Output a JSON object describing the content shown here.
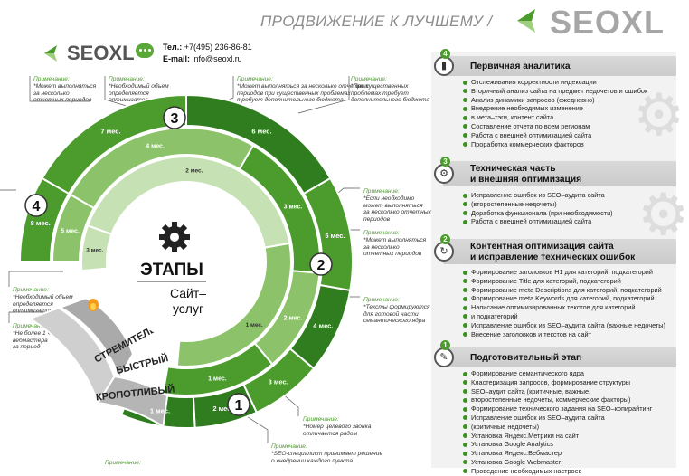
{
  "header": {
    "slogan": "ПРОДВИЖЕНИЕ К ЛУЧШЕМУ /",
    "brand": "SEOXL"
  },
  "contacts": {
    "phone_label": "Тел.:",
    "phone": "+7(495) 236-86-81",
    "email_label": "E-mail:",
    "email": "info@seoxl.ru"
  },
  "notes": [
    {
      "title": "Примечание:",
      "lines": [
        "*Может выполняться",
        "за несколько",
        "отчетных периодов"
      ]
    },
    {
      "title": "Примечание:",
      "lines": [
        "*Необходимый объем",
        "определяется",
        "оптимизатором"
      ]
    },
    {
      "title": "Примечание:",
      "lines": [
        "*Может выполняться за несколько отчетных",
        "периодов при существенных проблемах",
        "требует дополнительного бюджета"
      ]
    },
    {
      "title": "Примечание:",
      "lines": [
        "*При существенных",
        "проблемах требует",
        "дополнительного бюджета"
      ]
    },
    {
      "title": "Примечание:",
      "lines": [
        "*Если необходимо",
        "может выполняться",
        "за несколько отчетных",
        "периодов"
      ]
    },
    {
      "title": "Примечание:",
      "lines": [
        "*Может выполняться",
        "за несколько",
        "отчетных периодов"
      ]
    },
    {
      "title": "Примечание:",
      "lines": [
        "*Тексты формируются",
        "для готовой части",
        "семантического ядра"
      ]
    },
    {
      "title": "Примечание:",
      "lines": [
        "*Необходимый объем",
        "определяется",
        "оптимизатором"
      ]
    },
    {
      "title": "Примечание:",
      "lines": [
        "*Не более 1 часа",
        "вебмастера",
        "за период"
      ]
    },
    {
      "title": "Примечание:",
      "lines": [
        "*Номер целевого звонка",
        "отличается рядом"
      ]
    },
    {
      "title": "Примечание:",
      "lines": [
        "*SEO-специалист принимает решение",
        "о внедрении каждого пункта"
      ]
    },
    {
      "title": "Примечание:",
      "lines": []
    }
  ],
  "wheel": {
    "center_title": "ЭТАПЫ",
    "center_sub1": "Сайт–",
    "center_sub2": "услуг",
    "modes": [
      "СТРЕМИТЕЛЬНЫЙ",
      "БЫСТРЫЙ",
      "КРОПОТЛИВЫЙ"
    ],
    "stage_numbers": [
      "1",
      "2",
      "3",
      "4"
    ],
    "outer_ring": [
      {
        "label": "7 мес.",
        "a0": 150,
        "a1": 90
      },
      {
        "label": "6 мес.",
        "a0": 90,
        "a1": 30
      },
      {
        "label": "5 мес.",
        "a0": 30,
        "a1": -10
      },
      {
        "label": "4 мес.",
        "a0": -10,
        "a1": -40
      },
      {
        "label": "3 мес.",
        "a0": -40,
        "a1": -65
      },
      {
        "label": "2 мес.",
        "a0": -65,
        "a1": -87
      },
      {
        "label": "1 мес.",
        "a0": -87,
        "a1": -113
      },
      {
        "label": "8 мес.",
        "a0": 180,
        "a1": 150
      }
    ],
    "middle_ring": [
      {
        "label": "4 мес.",
        "a0": 150,
        "a1": 60
      },
      {
        "label": "3 мес.",
        "a0": 60,
        "a1": -5
      },
      {
        "label": "2 мес.",
        "a0": -5,
        "a1": -50
      },
      {
        "label": "1 мес.",
        "a0": -50,
        "a1": -100
      },
      {
        "label": "5 мес.",
        "a0": 180,
        "a1": 150
      }
    ],
    "inner_ring": [
      {
        "label": "2 мес.",
        "a0": 160,
        "a1": 10
      },
      {
        "label": "1 мес.",
        "a0": 10,
        "a1": -95
      },
      {
        "label": "3 мес.",
        "a0": 185,
        "a1": 160
      }
    ]
  },
  "sections": [
    {
      "number": "4",
      "icon": "chart-icon",
      "title": [
        "Первичная аналитика"
      ],
      "items": [
        "Отслеживания корректности индексации",
        "Вторичный анализ сайта на предмет недочетов и ошибок",
        "Анализ динамики запросов (ежедневно)",
        "Внедрение необходимых изменение",
        "в мета–тэги, контент сайта",
        "Составление отчета по всем регионам",
        "Работа с внешней оптимизацией сайта",
        "Проработка коммерческих факторов"
      ]
    },
    {
      "number": "3",
      "icon": "gear-icon",
      "title": [
        "Техническая часть",
        "и внешняя оптимизация"
      ],
      "items": [
        "Исправление ошибок из SEO–аудита сайта",
        "(второстепенные недочеты)",
        "Доработка функционала (при необходимости)",
        "Работа с внешней оптимизацией сайта"
      ]
    },
    {
      "number": "2",
      "icon": "refresh-icon",
      "title": [
        "Контентная оптимизация сайта",
        "и исправление технических ошибок"
      ],
      "items": [
        "Формирование заголовков H1 для категорий, подкатегорий",
        "Формирование Title для категорий, подкатегорий",
        "Формирование meta Descriptions для категорий, подкатегорий",
        "Формирование meta Keywords для категорий, подкатегорий",
        "Написание оптимизированных текстов для категорий",
        "и подкатегорий",
        "Исправление ошибок из SEO–аудита сайта (важные недочеты)",
        "Внесение заголовков и текстов на сайт"
      ]
    },
    {
      "number": "1",
      "icon": "pencil-icon",
      "title": [
        "Подготовительный этап"
      ],
      "items": [
        "Формирование семантического ядра",
        "Кластеризация запросов, формирование структуры",
        "SEO–аудит сайта (критичные, важные,",
        "второстепенные недочеты, коммерческие факторы)",
        "Формирование технического задания на SEO–копирайтинг",
        "Исправление ошибок из SEO–аудита сайта",
        "(критичные недочеты)",
        "Установка Яндекс.Метрики на сайт",
        "Установка Google Analytics",
        "Установка Яндекс.Вебмастер",
        "Установка Google Webmaster",
        "Проведение необходимых настроек"
      ]
    }
  ],
  "colors": {
    "green_dark": "#2f7d1e",
    "green": "#4b9b2d",
    "green_light": "#8cc36a",
    "green_pale": "#c6e1b3",
    "gray": "#a6a6a6"
  }
}
